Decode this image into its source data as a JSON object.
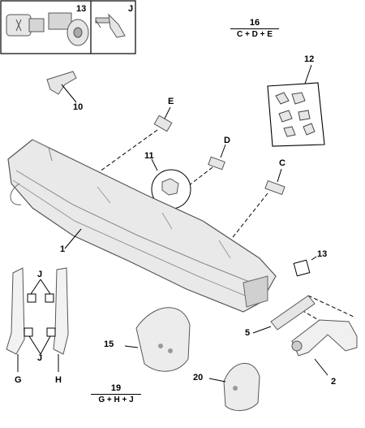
{
  "callouts": {
    "c1": "1",
    "c2": "2",
    "c5": "5",
    "c10": "10",
    "c11": "11",
    "c12": "12",
    "c13_top": "13",
    "c13_right": "13",
    "c15": "15",
    "c16": "16",
    "c19": "19",
    "c20": "20",
    "cC": "C",
    "cD": "D",
    "cE": "E",
    "cJ_top": "J",
    "cJ_left_upper": "J",
    "cJ_left_lower": "J",
    "cG": "G",
    "cH": "H"
  },
  "formulas": {
    "f16": {
      "number": "16",
      "expr": "C + D + E"
    },
    "f19": {
      "number": "19",
      "expr": "G + H + J"
    }
  },
  "colors": {
    "line": "#000000",
    "part_fill": "#e6e6e6",
    "part_shadow": "#bdbdbd",
    "box_border": "#000000"
  }
}
